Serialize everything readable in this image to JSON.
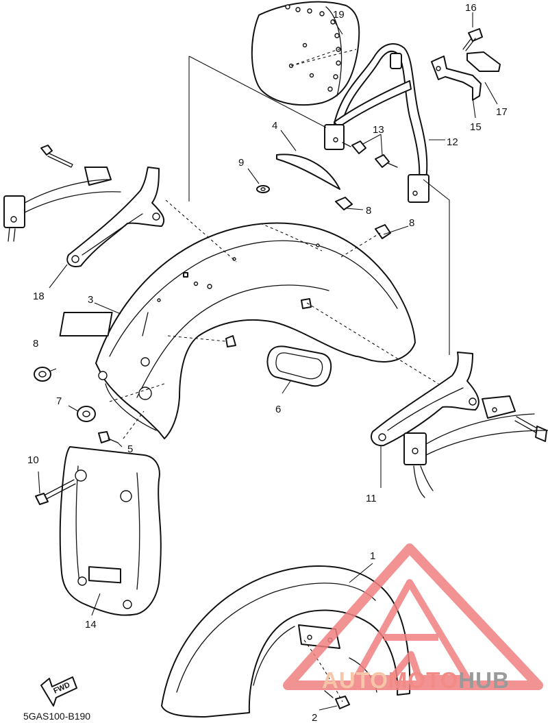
{
  "callouts": [
    {
      "id": "1",
      "label": "1"
    },
    {
      "id": "2",
      "label": "2"
    },
    {
      "id": "3",
      "label": "3"
    },
    {
      "id": "4",
      "label": "4"
    },
    {
      "id": "5",
      "label": "5"
    },
    {
      "id": "6",
      "label": "6"
    },
    {
      "id": "7",
      "label": "7"
    },
    {
      "id": "8a",
      "label": "8"
    },
    {
      "id": "8b",
      "label": "8"
    },
    {
      "id": "8c",
      "label": "8"
    },
    {
      "id": "9",
      "label": "9"
    },
    {
      "id": "10",
      "label": "10"
    },
    {
      "id": "11",
      "label": "11"
    },
    {
      "id": "12",
      "label": "12"
    },
    {
      "id": "13",
      "label": "13"
    },
    {
      "id": "14",
      "label": "14"
    },
    {
      "id": "15",
      "label": "15"
    },
    {
      "id": "16",
      "label": "16"
    },
    {
      "id": "17",
      "label": "17"
    },
    {
      "id": "18",
      "label": "18"
    },
    {
      "id": "19",
      "label": "19"
    }
  ],
  "diagram_code": "5GAS100-B190",
  "fwd_label": "FWD",
  "watermark": {
    "part1": "AUTO",
    "part2": "MOTO",
    "part3": "HUB",
    "colors": {
      "auto": "#f7c6a8",
      "moto": "#f28a86",
      "hub": "#9a9a9a",
      "logo": "#f08080"
    }
  }
}
